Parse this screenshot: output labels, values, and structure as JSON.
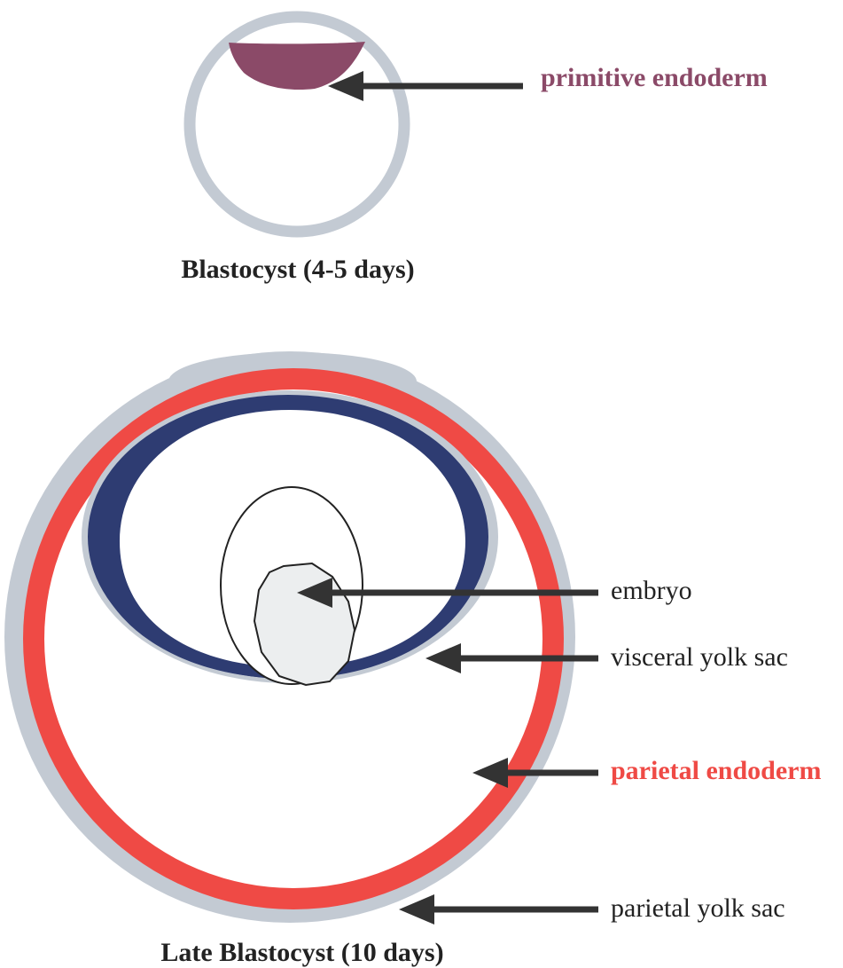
{
  "blastocyst": {
    "caption": "Blastocyst (4-5 days)",
    "primitive_endoderm_label": "primitive endoderm"
  },
  "late_blastocyst": {
    "caption": "Late Blastocyst (10 days)",
    "labels": {
      "embryo": "embryo",
      "visceral_yolk_sac": "visceral yolk sac",
      "parietal_endoderm": "parietal endoderm",
      "parietal_yolk_sac": "parietal yolk sac"
    }
  },
  "colors": {
    "trophectoderm_gray": "#c3cad3",
    "primitive_endoderm_purple": "#8b4a68",
    "visceral_navy": "#2e3c72",
    "parietal_red": "#ef4a45",
    "embryo_fill": "#eceeef",
    "arrow": "#333333"
  }
}
